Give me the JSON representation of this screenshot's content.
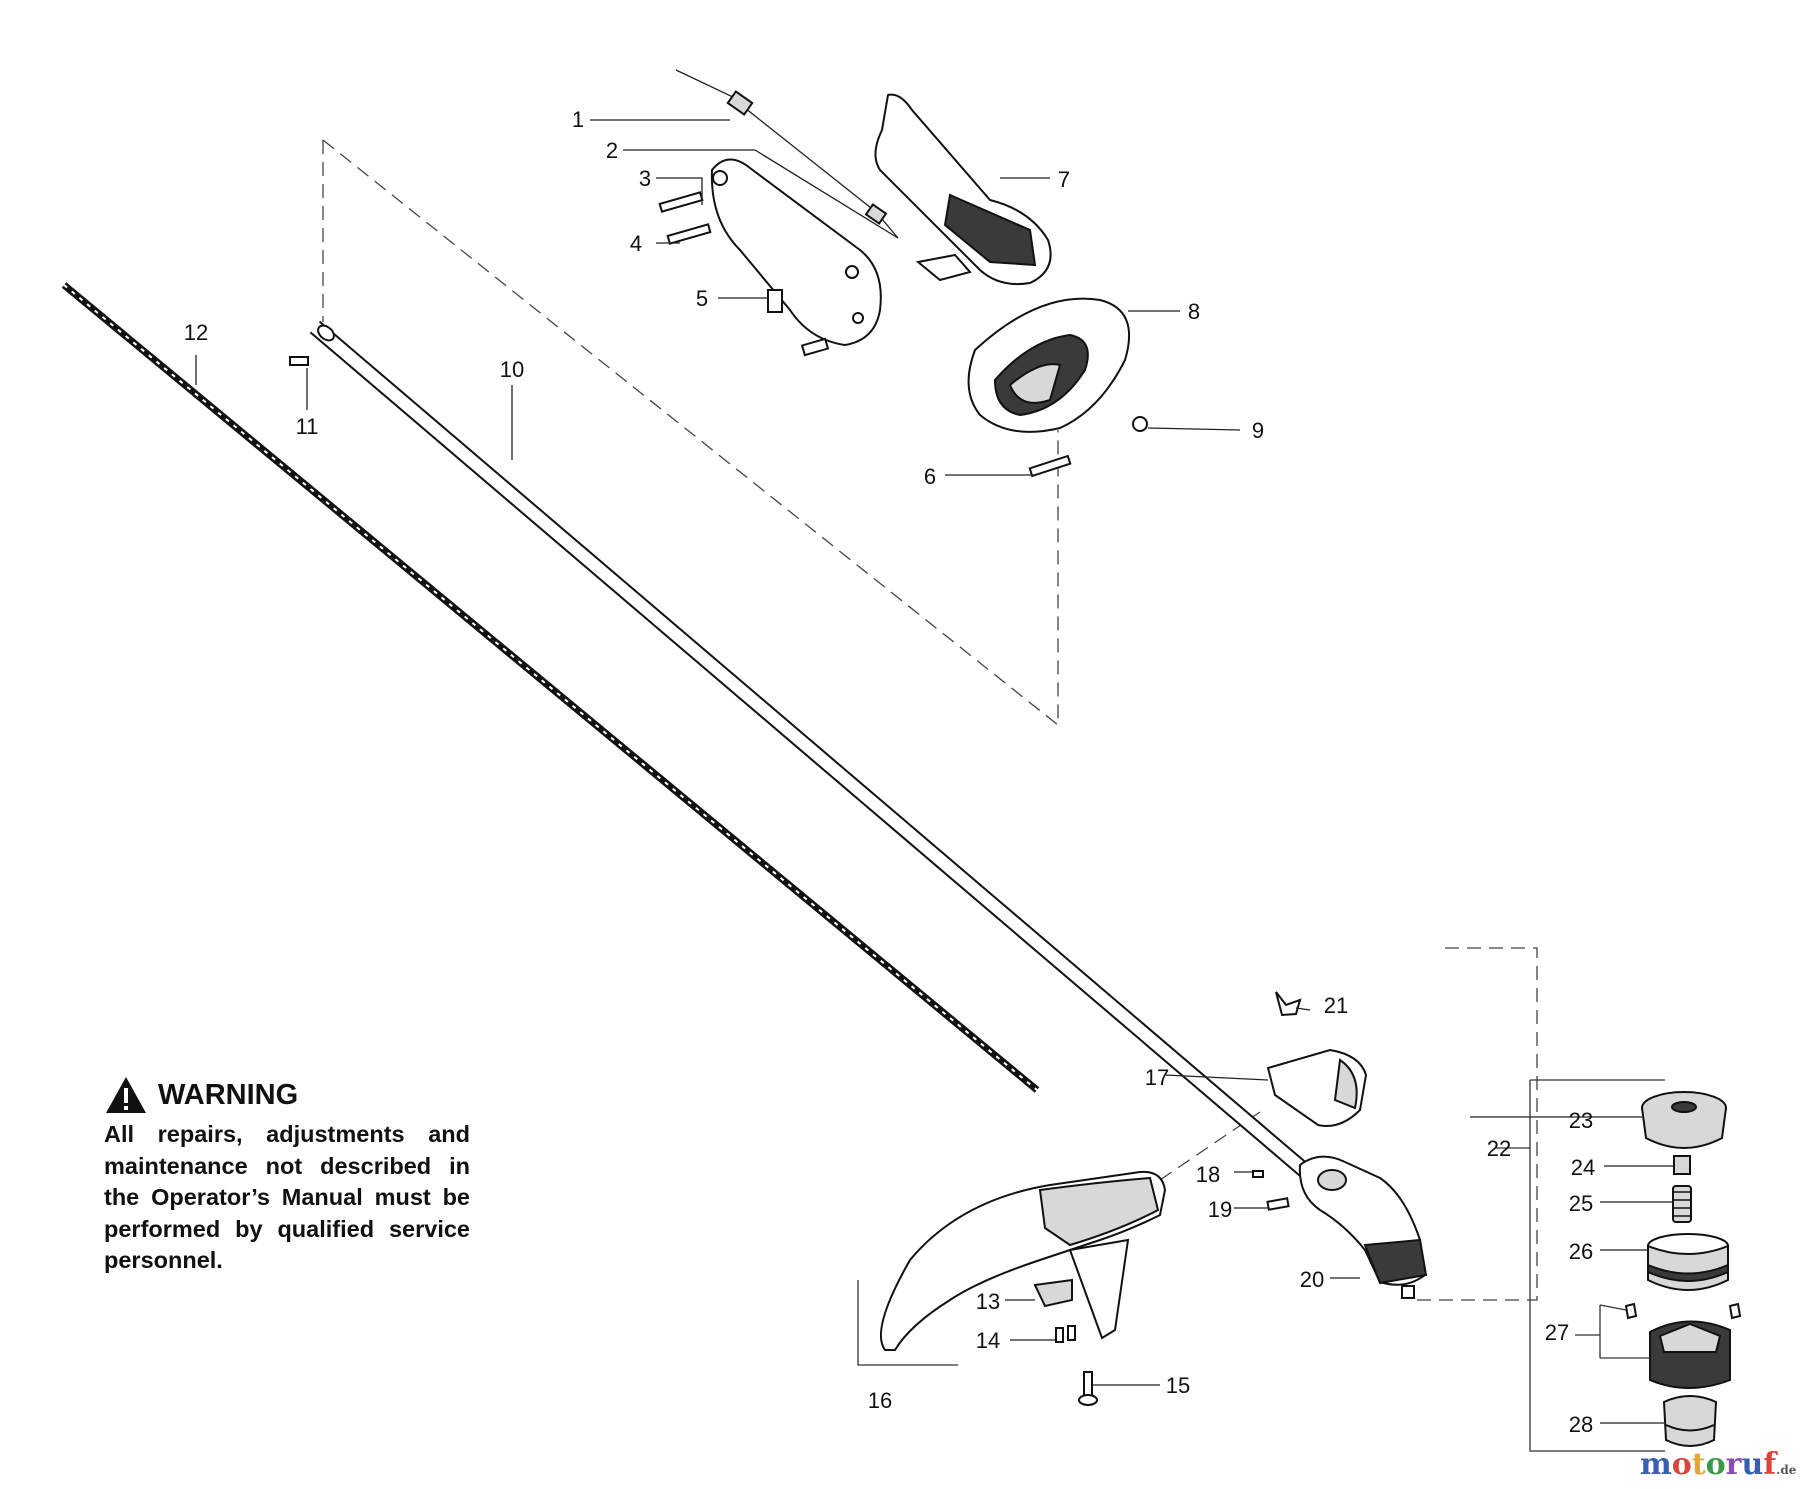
{
  "warning": {
    "title": "WARNING",
    "text": "All repairs, adjustments and maintenance not described in the Operator’s Manual must be performed by qualified service personnel."
  },
  "watermark": {
    "text": "motoruf",
    "suffix": ".de",
    "colors": [
      "#3a5fb0",
      "#d9443b",
      "#e5a632",
      "#3a9a4a",
      "#8a4fb0",
      "#3a5fb0",
      "#d9443b"
    ]
  },
  "callouts": [
    "1",
    "2",
    "3",
    "4",
    "5",
    "6",
    "7",
    "8",
    "9",
    "10",
    "11",
    "12",
    "13",
    "14",
    "15",
    "16",
    "17",
    "18",
    "19",
    "20",
    "21",
    "22",
    "23",
    "24",
    "25",
    "26",
    "27",
    "28"
  ]
}
